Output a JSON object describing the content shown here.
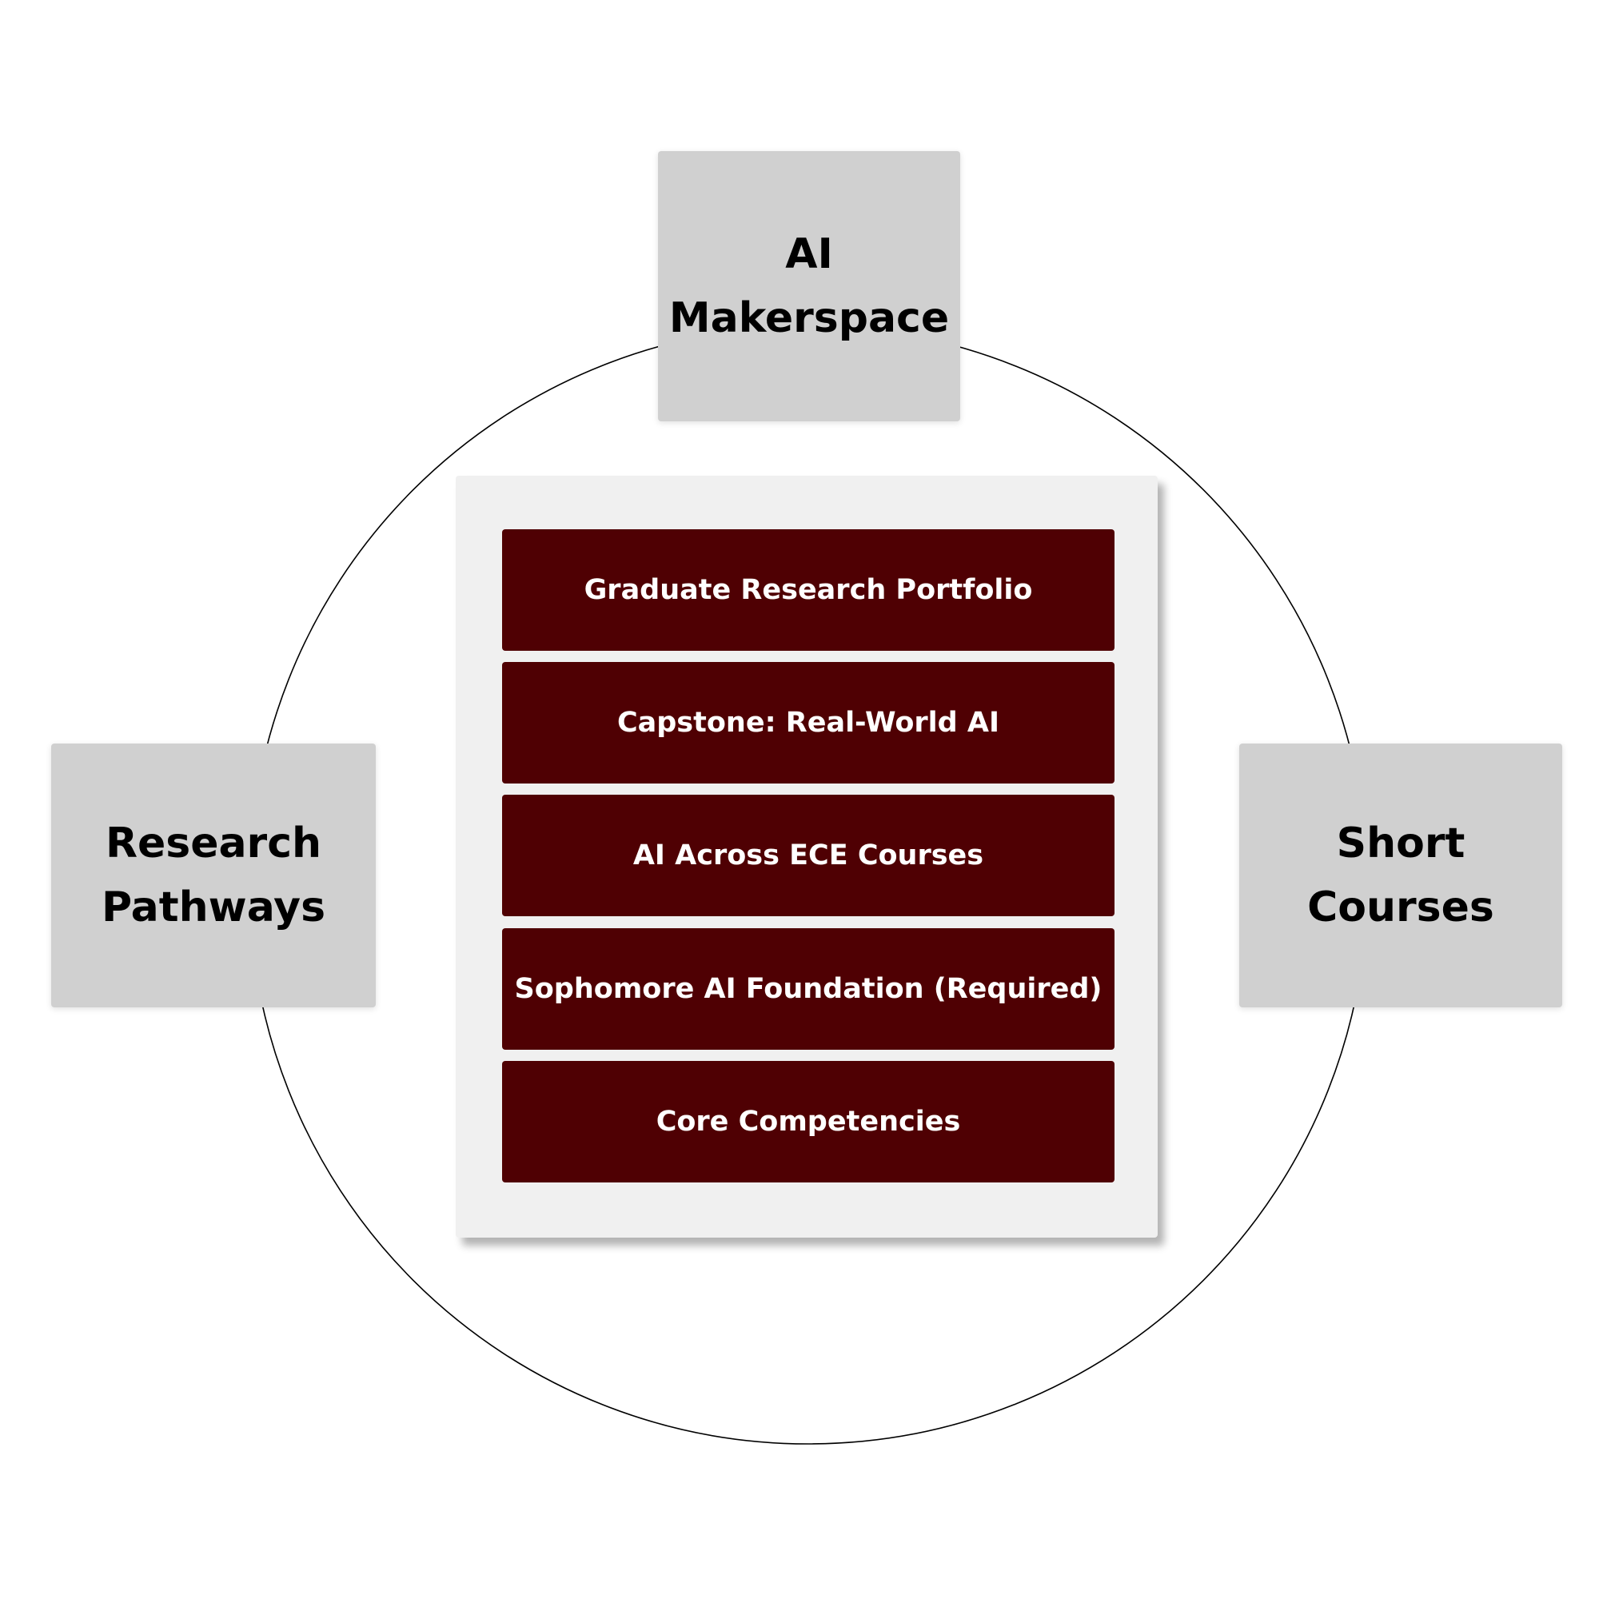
{
  "diagram": {
    "satellites": {
      "top": {
        "label": "AI\nMakerspace"
      },
      "left": {
        "label": "Research\nPathways"
      },
      "right": {
        "label": "Short\nCourses"
      }
    },
    "layers": [
      {
        "label": "Graduate Research Portfolio"
      },
      {
        "label": "Capstone: Real-World AI"
      },
      {
        "label": "AI Across ECE Courses"
      },
      {
        "label": "Sophomore AI Foundation (Required)"
      },
      {
        "label": "Core Competencies"
      }
    ]
  },
  "colors": {
    "layer_fill": "#4f0003",
    "satellite_fill": "#d0d0d0",
    "panel_fill": "#f0f0f0",
    "ring_stroke": "#000000"
  }
}
